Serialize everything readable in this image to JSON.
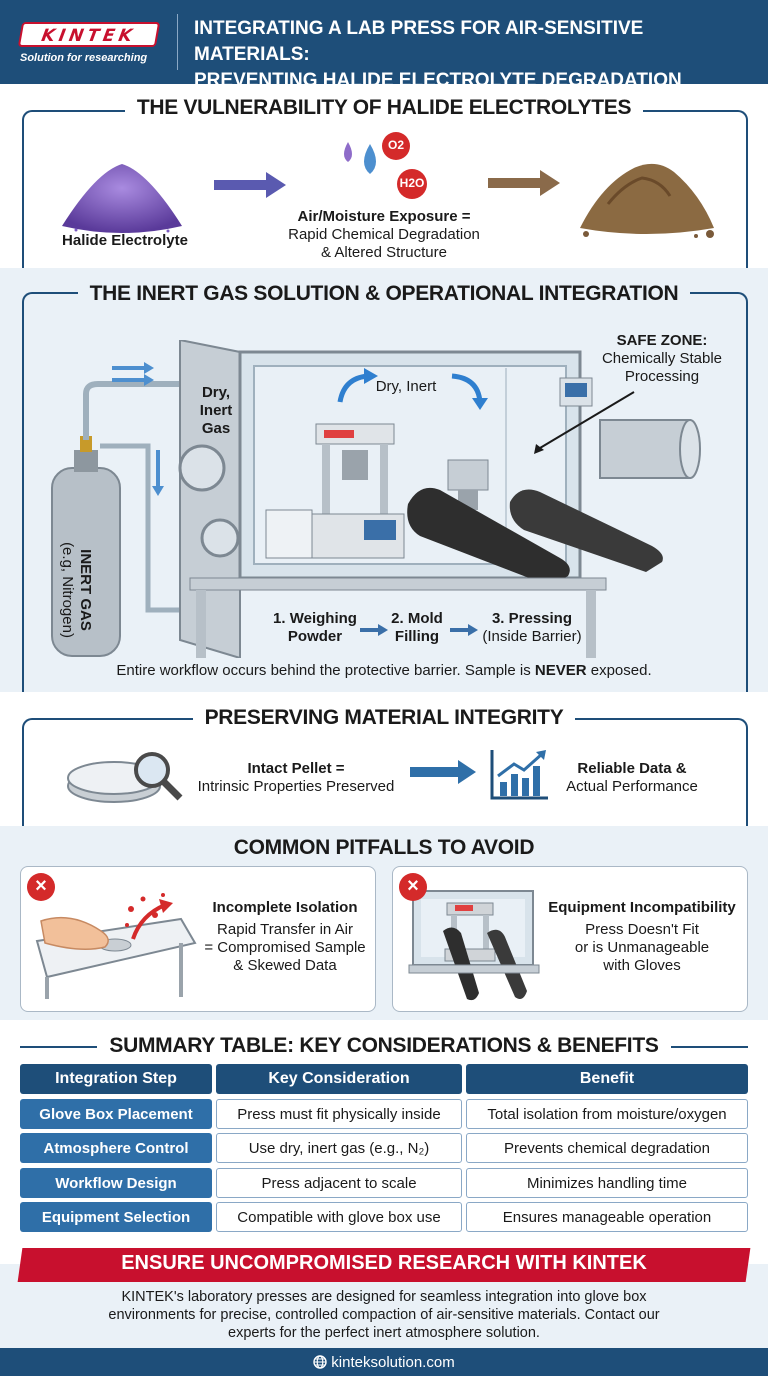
{
  "header": {
    "logo": "KINTEK",
    "tagline": "Solution for researching",
    "title_line1": "INTEGRATING A LAB PRESS FOR AIR-SENSITIVE MATERIALS:",
    "title_line2": "PREVENTING HALIDE ELECTROLYTE DEGRADATION"
  },
  "vulnerability": {
    "title": "THE VULNERABILITY OF HALIDE ELECTROLYTES",
    "label_left": "Halide Electrolyte",
    "o2": "O2",
    "h2o": "H2O",
    "exposure_line1": "Air/Moisture Exposure =",
    "exposure_line2": "Rapid Chemical Degradation",
    "exposure_line3": "& Altered Structure"
  },
  "inert": {
    "title": "THE INERT GAS SOLUTION & OPERATIONAL INTEGRATION",
    "cylinder_line1": "INERT GAS",
    "cylinder_line2": "(e.g, Nitrogen)",
    "gas_line1": "Dry,",
    "gas_line2": "Inert",
    "gas_line3": "Gas",
    "flow_label": "Dry, Inert",
    "safe_zone_title": "SAFE ZONE:",
    "safe_zone_line1": "Chemically Stable",
    "safe_zone_line2": "Processing",
    "step1_line1": "1. Weighing",
    "step1_line2": "Powder",
    "step2_line1": "2. Mold",
    "step2_line2": "Filling",
    "step3_line1": "3. Pressing",
    "step3_line2": "(Inside Barrier)",
    "caption_pre": "Entire workflow occurs behind the protective barrier. Sample is ",
    "caption_bold": "NEVER",
    "caption_post": " exposed."
  },
  "integrity": {
    "title": "PRESERVING MATERIAL INTEGRITY",
    "pellet_line1": "Intact Pellet =",
    "pellet_line2": "Intrinsic Properties Preserved",
    "data_line1": "Reliable Data &",
    "data_line2": "Actual Performance"
  },
  "pitfalls": {
    "title": "COMMON PITFALLS TO AVOID",
    "left_title": "Incomplete Isolation",
    "left_line1": "Rapid Transfer in Air",
    "left_line2": "= Compromised Sample",
    "left_line3": "& Skewed Data",
    "right_title": "Equipment Incompatibility",
    "right_line1": "Press Doesn't Fit",
    "right_line2": "or is Unmanageable",
    "right_line3": "with Gloves"
  },
  "summary": {
    "title": "SUMMARY TABLE: KEY CONSIDERATIONS & BENEFITS",
    "headers": [
      "Integration Step",
      "Key Consideration",
      "Benefit"
    ],
    "rows": [
      [
        "Glove Box Placement",
        "Press must fit physically inside",
        "Total isolation from moisture/oxygen"
      ],
      [
        "Atmosphere Control",
        "Use dry, inert gas (e.g., N₂)",
        "Prevents chemical degradation"
      ],
      [
        "Workflow Design",
        "Press adjacent to scale",
        "Minimizes handling time"
      ],
      [
        "Equipment Selection",
        "Compatible with glove box use",
        "Ensures manageable operation"
      ]
    ]
  },
  "cta": {
    "title": "ENSURE UNCOMPROMISED RESEARCH WITH KINTEK",
    "line1": "KINTEK's laboratory presses are designed for seamless integration into glove box",
    "line2": "environments for precise, controlled compaction of air-sensitive materials. Contact our",
    "line3": "experts for the perfect inert atmosphere solution."
  },
  "footer": {
    "website": "kinteksolution.com",
    "icon": "globe-icon"
  },
  "colors": {
    "navy": "#1e4e79",
    "accent_blue": "#2f6fa8",
    "red": "#c8102e",
    "light_bg": "#eaf1f7"
  }
}
